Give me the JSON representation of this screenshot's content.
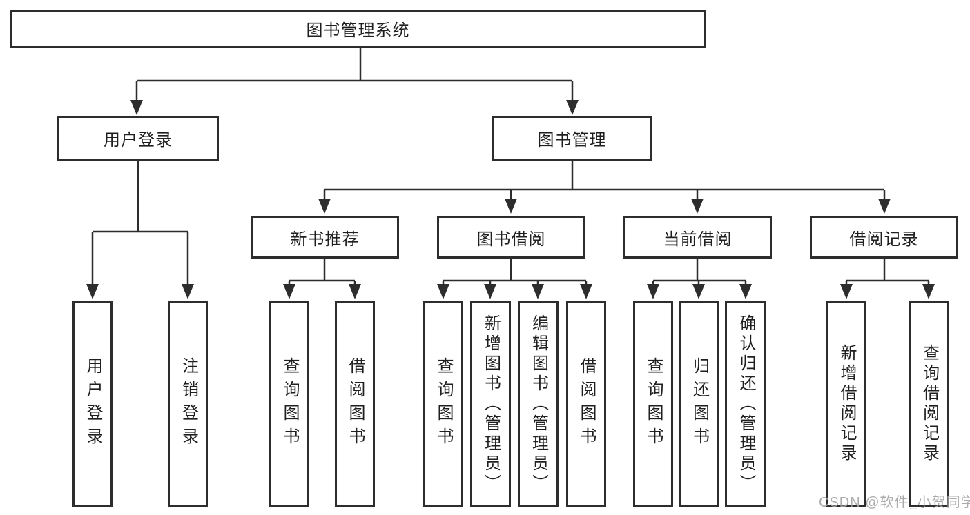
{
  "tree": {
    "label": "图书管理系统",
    "children": [
      {
        "label": "用户登录",
        "children": [
          {
            "label": "用户登录"
          },
          {
            "label": "注销登录"
          }
        ]
      },
      {
        "label": "图书管理",
        "children": [
          {
            "label": "新书推荐",
            "children": [
              {
                "label": "查询图书"
              },
              {
                "label": "借阅图书"
              }
            ]
          },
          {
            "label": "图书借阅",
            "children": [
              {
                "label": "查询图书"
              },
              {
                "label": "新增图书（管理员）"
              },
              {
                "label": "编辑图书（管理员）"
              },
              {
                "label": "借阅图书"
              }
            ]
          },
          {
            "label": "当前借阅",
            "children": [
              {
                "label": "查询图书"
              },
              {
                "label": "归还图书"
              },
              {
                "label": "确认归还（管理员）"
              }
            ]
          },
          {
            "label": "借阅记录",
            "children": [
              {
                "label": "新增借阅记录"
              },
              {
                "label": "查询借阅记录"
              }
            ]
          }
        ]
      }
    ]
  },
  "watermark": {
    "text": "CSDN @软件_小贺同学"
  },
  "colors": {
    "line": "#2d2d2d",
    "text": "#1f1f1f",
    "watermark": "#a3a3a3",
    "background": "#ffffff"
  }
}
